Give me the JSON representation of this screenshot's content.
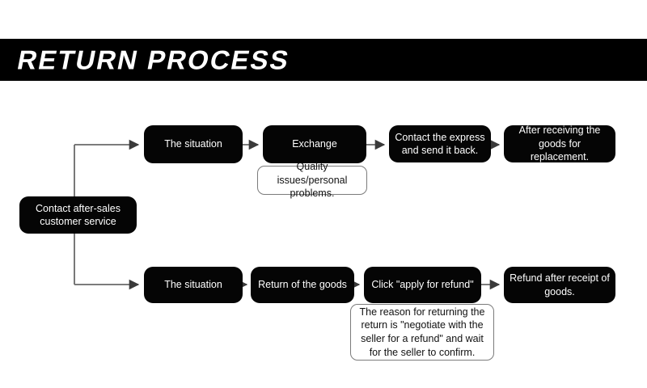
{
  "header": {
    "title": "RETURN PROCESS",
    "background_color": "#000000",
    "text_color": "#ffffff"
  },
  "theme": {
    "page_background": "#ffffff",
    "node_fill": "#050505",
    "node_text": "#ffffff",
    "note_fill": "#ffffff",
    "note_border": "#7b7b7b",
    "connector_color": "#6a6a6a",
    "arrowhead_color": "#3a3a3a"
  },
  "diagram": {
    "start": {
      "label": "Contact after-sales customer service"
    },
    "branches": [
      {
        "name": "exchange-branch",
        "steps": [
          {
            "label": "The situation"
          },
          {
            "label": "Exchange",
            "note": "Quality issues/personal problems."
          },
          {
            "label": "Contact the express and send it back."
          },
          {
            "label": "After receiving the goods for replacement."
          }
        ]
      },
      {
        "name": "refund-branch",
        "steps": [
          {
            "label": "The situation"
          },
          {
            "label": "Return of the goods"
          },
          {
            "label": "Click \"apply for refund\"",
            "note": "The reason for returning the return is \"negotiate with the seller for a refund\" and wait for the seller to confirm."
          },
          {
            "label": "Refund after receipt of goods."
          }
        ]
      }
    ]
  }
}
